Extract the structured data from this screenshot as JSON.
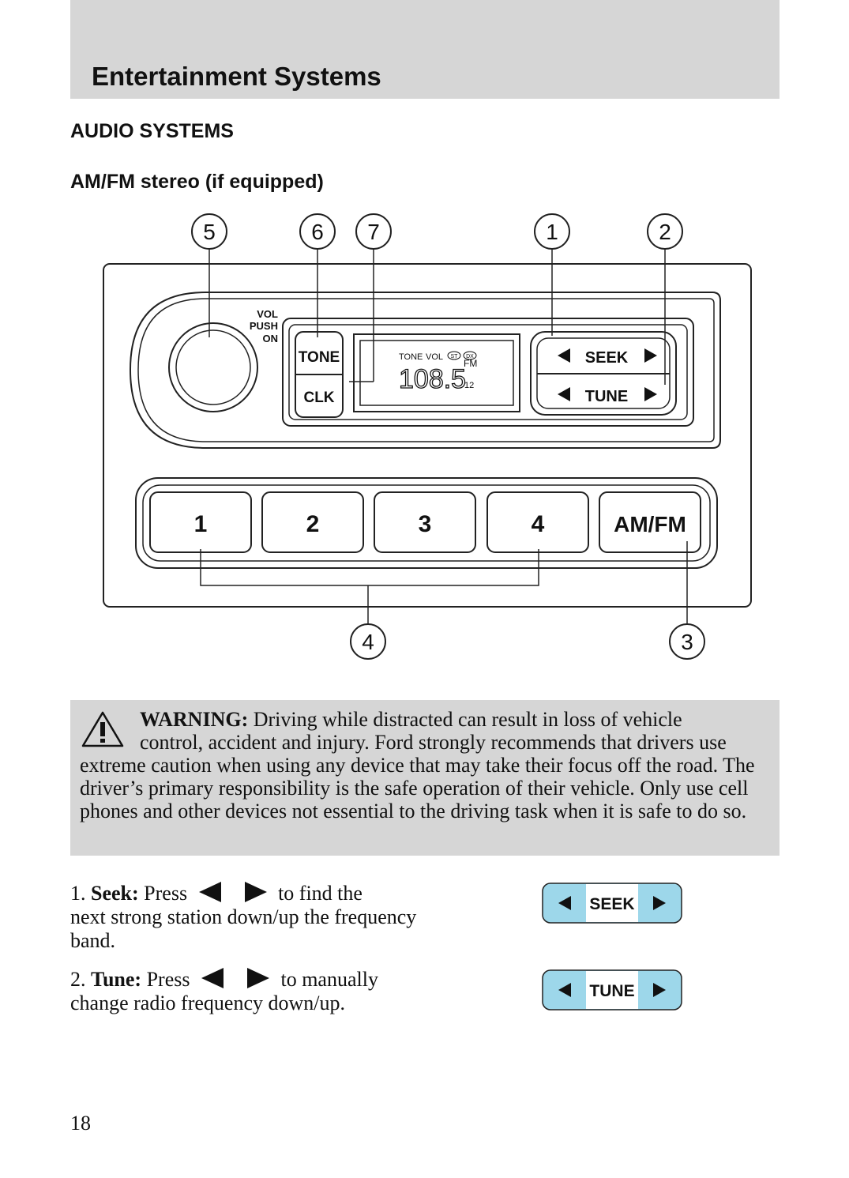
{
  "header": {
    "section_title": "Entertainment Systems"
  },
  "headings": {
    "audio_systems": "AUDIO SYSTEMS",
    "am_fm": "AM/FM stereo (if equipped)"
  },
  "radio_diagram": {
    "callouts": {
      "c5": "5",
      "c6": "6",
      "c7": "7",
      "c1": "1",
      "c2": "2",
      "c4": "4",
      "c3": "3"
    },
    "knob_label": {
      "line1": "VOL",
      "line2": "PUSH",
      "line3": "ON"
    },
    "buttons": {
      "tone": "TONE",
      "clk": "CLK",
      "seek": "SEEK",
      "tune": "TUNE"
    },
    "display": {
      "tone": "TONE",
      "vol": "VOL",
      "st": "ST",
      "dx": "DX",
      "freq": "108.5",
      "band": "FM",
      "preset": "12"
    },
    "presets": [
      "1",
      "2",
      "3",
      "4"
    ],
    "band_button": "AM/FM"
  },
  "warning": {
    "label": "WARNING:",
    "first_line": " Driving while distracted can result in loss of vehicle",
    "body": "control, accident and injury. Ford strongly recommends that drivers use extreme caution when using any device that may take their focus off the road. The driver’s primary responsibility is the safe operation of their vehicle. Only use cell phones and other devices not essential to the driving task when it is safe to do so.",
    "icon": "warning-triangle-icon"
  },
  "items": [
    {
      "number": "1.",
      "term": "Seek:",
      "press": "Press",
      "slash": "/",
      "lead": "to find the",
      "rest": "next strong station down/up the frequency band.",
      "button_label": "SEEK"
    },
    {
      "number": "2.",
      "term": "Tune:",
      "press": "Press",
      "slash": "/",
      "lead": "to manually",
      "rest": "change radio frequency down/up.",
      "button_label": "TUNE"
    }
  ],
  "colors": {
    "header_band": "#d6d6d6",
    "warning_band": "#d6d6d6",
    "button_blue": "#9dd7ea"
  },
  "page_number": "18"
}
